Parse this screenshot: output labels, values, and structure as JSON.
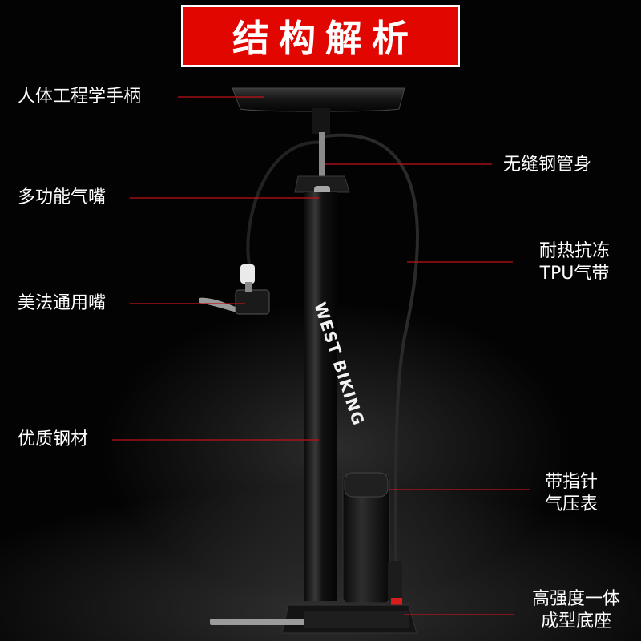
{
  "title": "结构解析",
  "brand": {
    "logo_text": "WEST BIKING"
  },
  "labels": {
    "handle": "人体工程学手柄",
    "valve": "多功能气嘴",
    "universal": "美法通用嘴",
    "steel": "优质钢材",
    "tube": "无缝钢管身",
    "hose_line1": "耐热抗冻",
    "hose_line2": "TPU气带",
    "gauge_line1": "带指针",
    "gauge_line2": "气压表",
    "base_line1": "高强度一体",
    "base_line2": "成型底座"
  },
  "colors": {
    "accent": "#e10600",
    "leader_line": "#c0121a",
    "background": "#030303"
  }
}
